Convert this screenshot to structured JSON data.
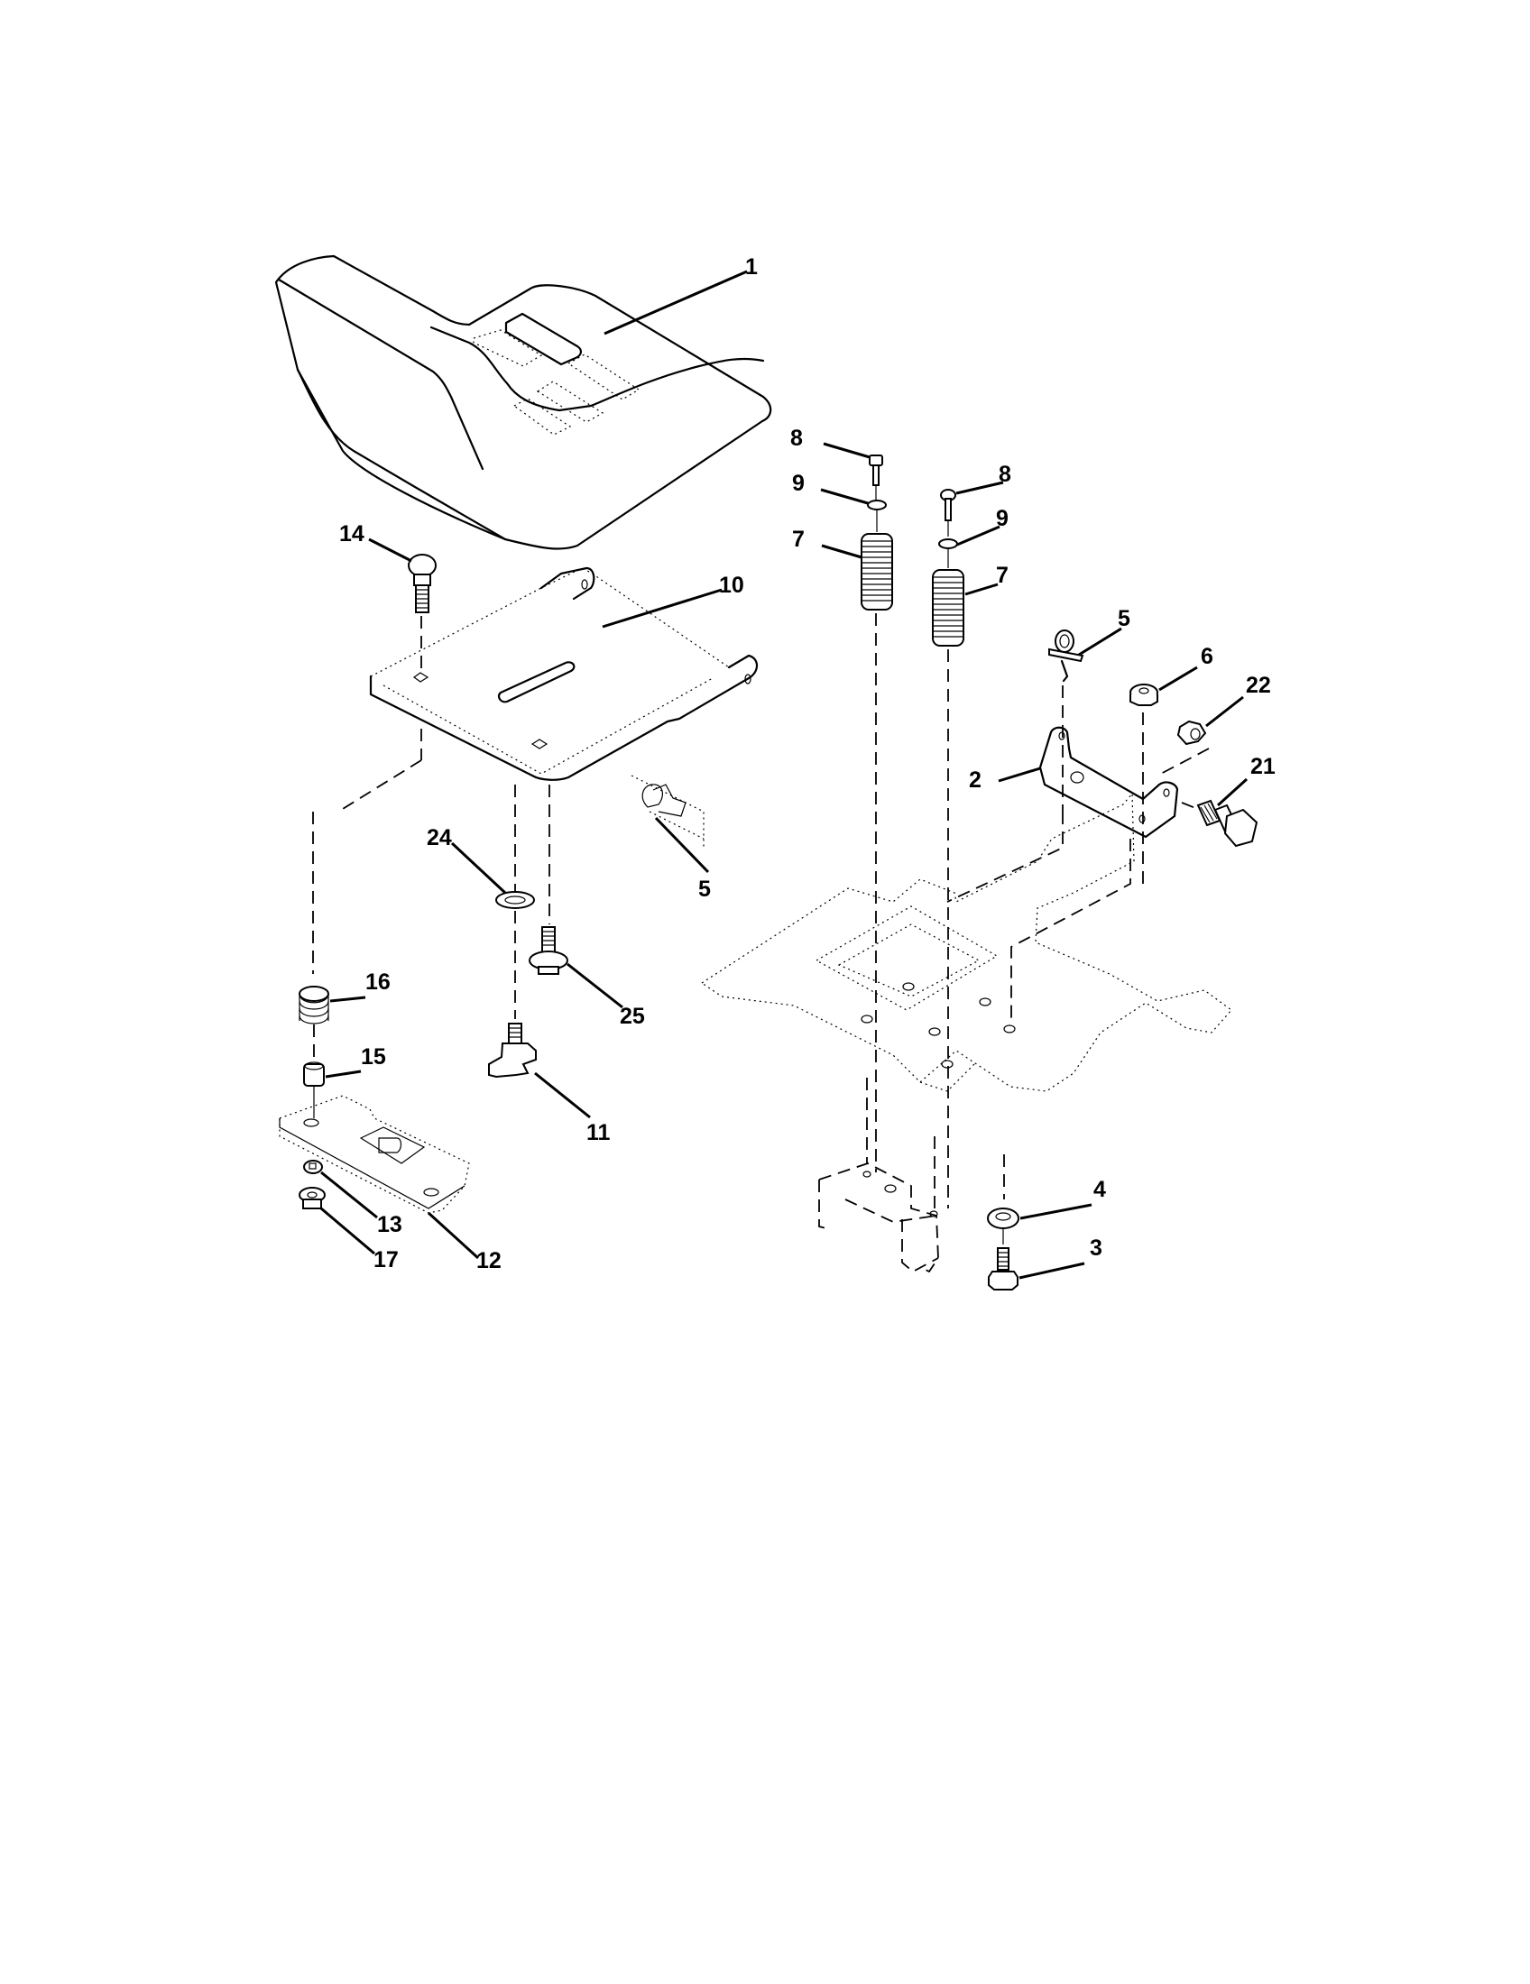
{
  "diagram": {
    "type": "exploded parts diagram",
    "subject": "lawn tractor seat assembly",
    "background_color": "#ffffff",
    "line_color": "#000000",
    "callouts": [
      {
        "id": "c1",
        "number": "1",
        "part": "seat"
      },
      {
        "id": "c2",
        "number": "2",
        "part": "bracket"
      },
      {
        "id": "c3",
        "number": "3",
        "part": "bolt"
      },
      {
        "id": "c4",
        "number": "4",
        "part": "washer"
      },
      {
        "id": "c5a",
        "number": "5",
        "part": "wire clip (upper right)"
      },
      {
        "id": "c5b",
        "number": "5",
        "part": "wire clip (under seat pan)"
      },
      {
        "id": "c6",
        "number": "6",
        "part": "lock nut"
      },
      {
        "id": "c7a",
        "number": "7",
        "part": "spring (left)"
      },
      {
        "id": "c7b",
        "number": "7",
        "part": "spring (right)"
      },
      {
        "id": "c8a",
        "number": "8",
        "part": "bolt (left)"
      },
      {
        "id": "c8b",
        "number": "8",
        "part": "bolt (right)"
      },
      {
        "id": "c9a",
        "number": "9",
        "part": "washer (left)"
      },
      {
        "id": "c9b",
        "number": "9",
        "part": "washer (right)"
      },
      {
        "id": "c10",
        "number": "10",
        "part": "seat pan"
      },
      {
        "id": "c11",
        "number": "11",
        "part": "knob"
      },
      {
        "id": "c12",
        "number": "12",
        "part": "slide plate"
      },
      {
        "id": "c13",
        "number": "13",
        "part": "nut"
      },
      {
        "id": "c14",
        "number": "14",
        "part": "carriage bolt"
      },
      {
        "id": "c15",
        "number": "15",
        "part": "spacer"
      },
      {
        "id": "c16",
        "number": "16",
        "part": "spring"
      },
      {
        "id": "c17",
        "number": "17",
        "part": "nut"
      },
      {
        "id": "c21",
        "number": "21",
        "part": "shoulder bolt"
      },
      {
        "id": "c22",
        "number": "22",
        "part": "nut"
      },
      {
        "id": "c24",
        "number": "24",
        "part": "washer"
      },
      {
        "id": "c25",
        "number": "25",
        "part": "screw"
      }
    ]
  }
}
